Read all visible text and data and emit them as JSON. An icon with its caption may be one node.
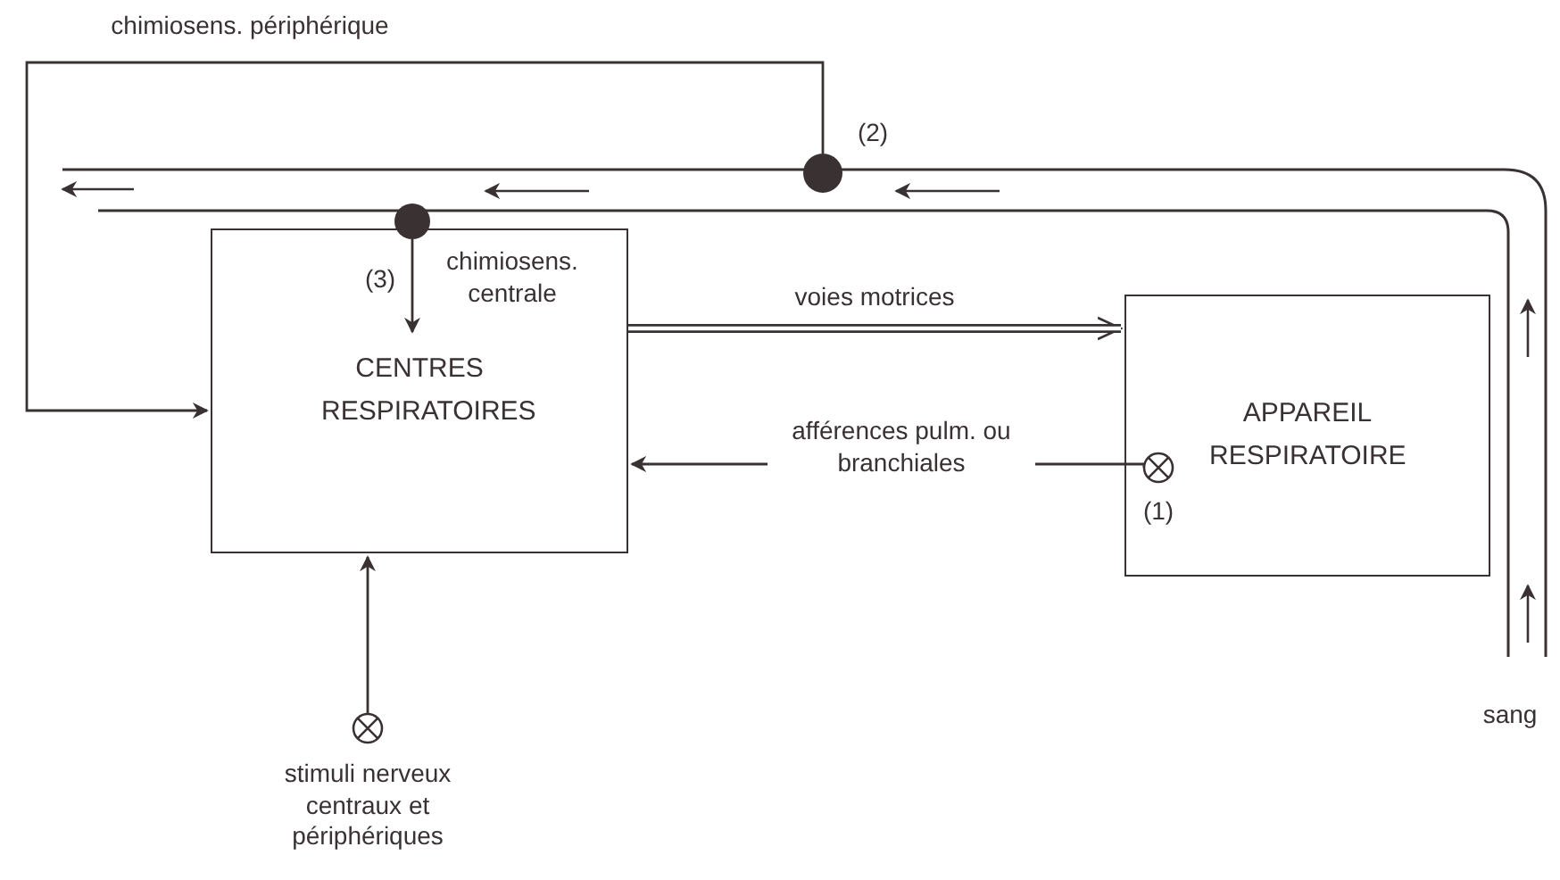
{
  "diagram": {
    "nodes": [
      {
        "text": [
          "CENTRES RESPIRATOIRES"
        ]
      },
      {
        "text": [
          "APPAREIL RESPIRATOIRE"
        ]
      },
      {
        "text": [],
        "shape": "circle",
        "beside": [
          "(2)"
        ]
      },
      {
        "text": [],
        "shape": "circle"
      },
      {
        "text": [],
        "shape": "circle",
        "in": 1
      },
      {
        "text": [],
        "shape": "circle",
        "beside": [
          "stimuli nerveux centraux et périphériques"
        ]
      }
    ],
    "edges": [
      {
        "from": 2,
        "to": 0,
        "arrow": "to",
        "label": "chimiosens. périphérique"
      },
      {
        "from": 3,
        "to": 0,
        "arrow": "to",
        "label": "chimiosens. centrale"
      },
      {
        "from": 0,
        "to": 1,
        "arrow": "to",
        "label": "voies motrices",
        "style": "thick"
      },
      {
        "from": 4,
        "to": 0,
        "arrow": "to",
        "label": "afférences pulm. ou branchiales"
      },
      {
        "from": 5,
        "to": 0,
        "arrow": "to"
      }
    ],
    "labels": [
      "(3)",
      "(1)",
      "sang"
    ]
  }
}
